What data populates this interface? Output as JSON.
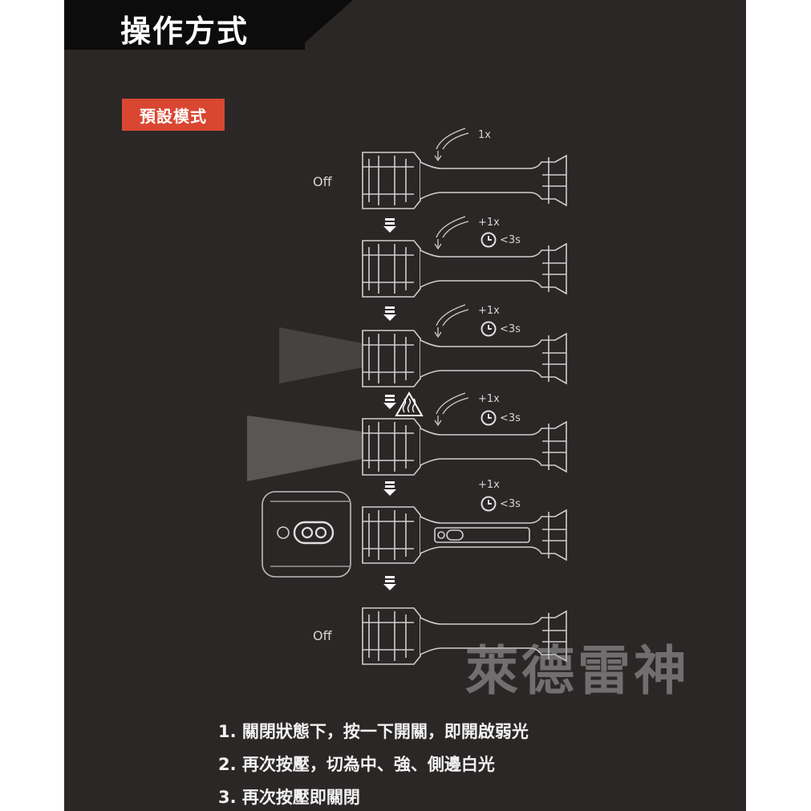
{
  "header": {
    "title": "操作方式"
  },
  "mode": {
    "label": "預設模式"
  },
  "sequence": {
    "states": [
      {
        "label": "Off",
        "press": "1x"
      },
      {
        "press": "+1x",
        "timer": "<3s"
      },
      {
        "press": "+1x",
        "timer": "<3s"
      },
      {
        "press": "+1x",
        "timer": "<3s"
      },
      {
        "press": "+1x",
        "timer": "<3s"
      },
      {
        "label": "Off"
      }
    ]
  },
  "instructions": [
    "1. 關閉狀態下，按一下開關，即開啟弱光",
    "2. 再次按壓，切為中、強、側邊白光",
    "3. 再次按壓即關閉"
  ],
  "watermark": "萊德雷神"
}
